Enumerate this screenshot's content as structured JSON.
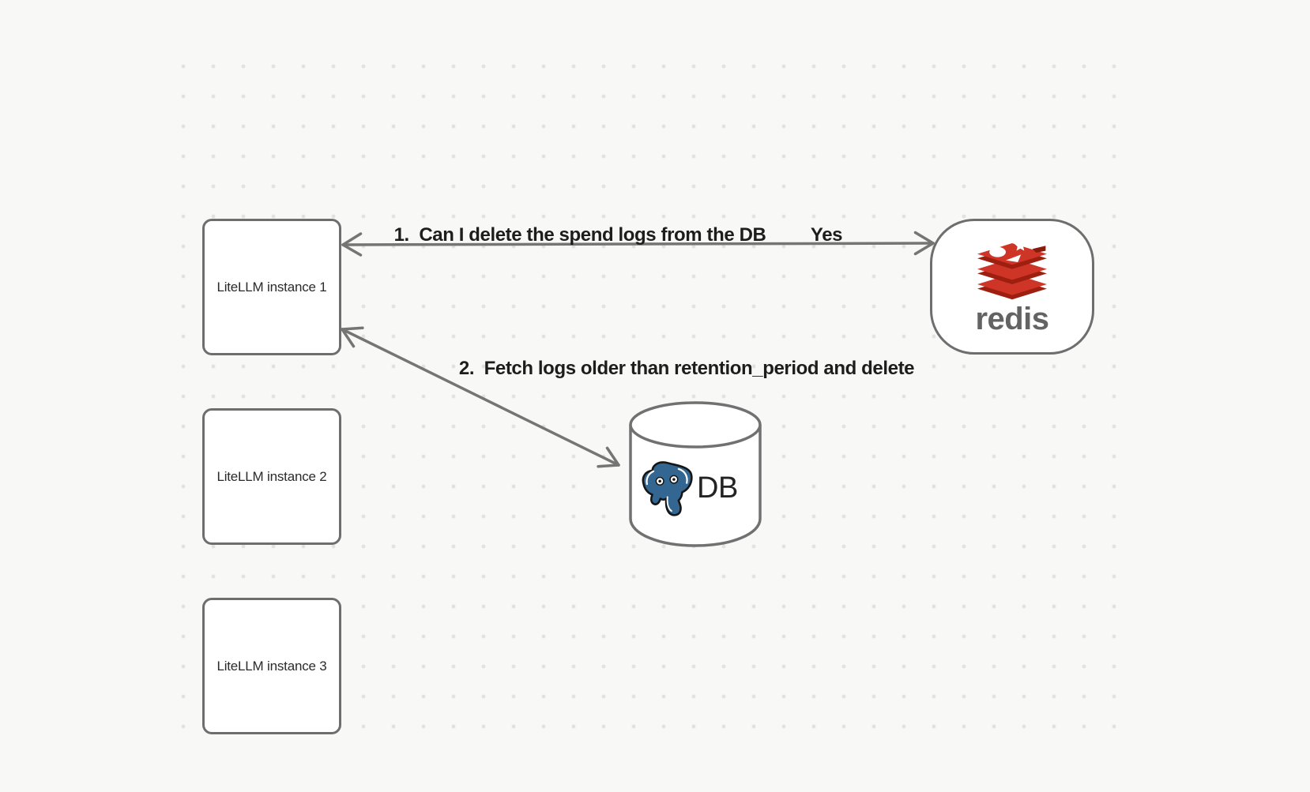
{
  "diagram": {
    "nodes": {
      "instances": [
        {
          "label": "LiteLLM instance 1"
        },
        {
          "label": "LiteLLM instance 2"
        },
        {
          "label": "LiteLLM instance 3"
        }
      ],
      "redis": {
        "wordmark": "redis"
      },
      "database": {
        "label": "DB"
      }
    },
    "edges": {
      "edge1": {
        "label": "1.  Can I delete the spend logs from the DB",
        "answer": "Yes"
      },
      "edge2": {
        "label": "2.  Fetch logs older than retention_period and delete"
      }
    },
    "icons": {
      "redis_logo": "redis-stacked-discs",
      "postgres_logo": "postgresql-elephant",
      "database_shape": "db-cylinder"
    },
    "colors": {
      "background": "#f8f8f7",
      "grid_dot": "#e3e2e1",
      "shape_border": "#6e6e6e",
      "shape_fill": "#ffffff",
      "arrow": "#757575",
      "edge_label_text": "#1d1d1d",
      "box_text": "#2a2a2a",
      "redis_red": "#cf3527",
      "redis_red_dark": "#9e1f10",
      "redis_wordmark_gray": "#636363",
      "postgres_blue": "#336791",
      "db_text": "#232323"
    }
  }
}
